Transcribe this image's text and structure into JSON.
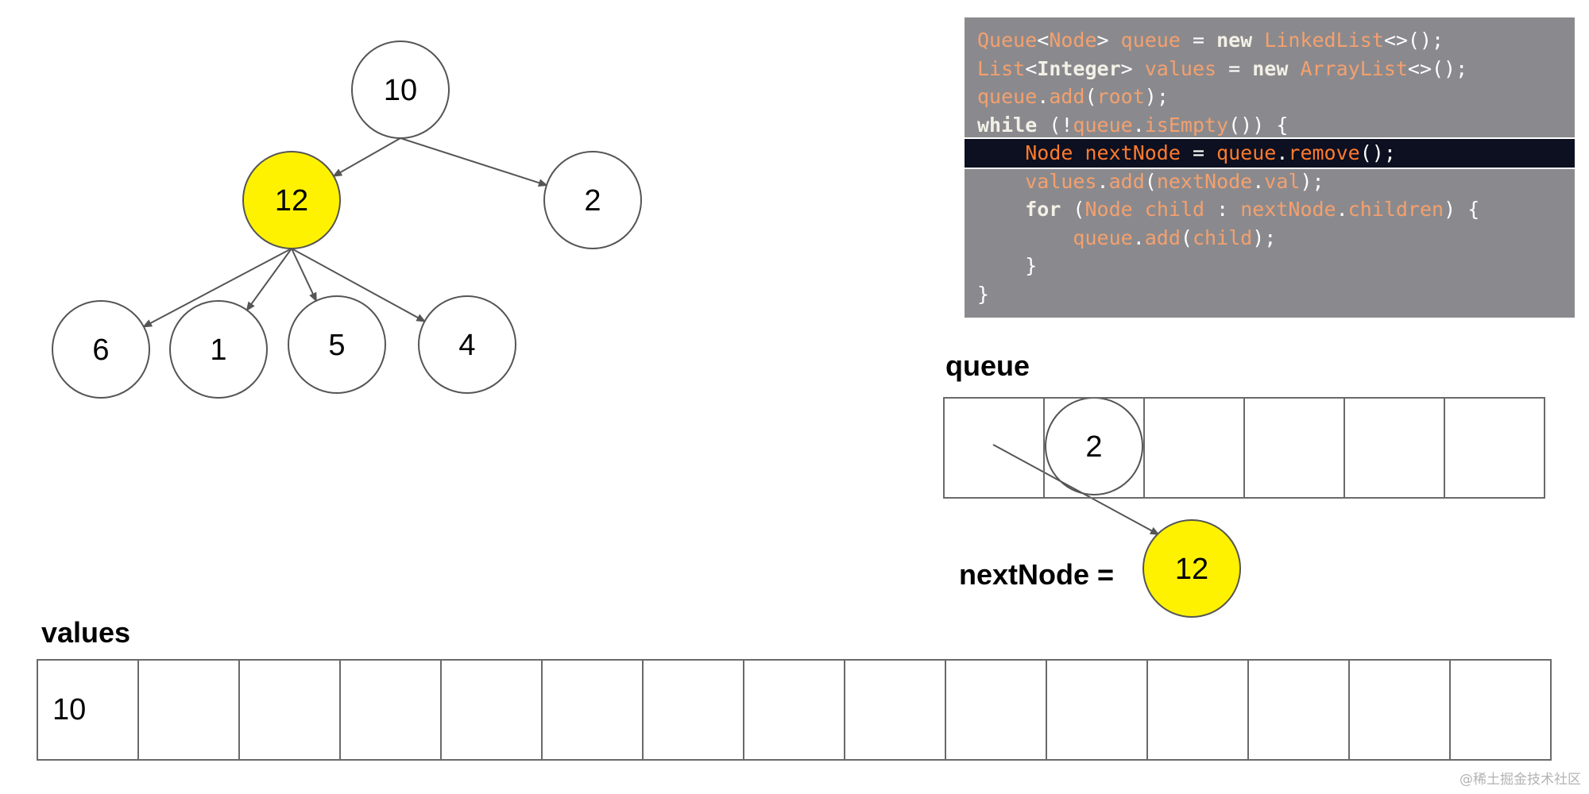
{
  "tree": {
    "nodes": [
      {
        "id": "n10",
        "label": "10",
        "highlighted": false
      },
      {
        "id": "n12",
        "label": "12",
        "highlighted": true
      },
      {
        "id": "n2",
        "label": "2",
        "highlighted": false
      },
      {
        "id": "n6",
        "label": "6",
        "highlighted": false
      },
      {
        "id": "n1",
        "label": "1",
        "highlighted": false
      },
      {
        "id": "n5",
        "label": "5",
        "highlighted": false
      },
      {
        "id": "n4",
        "label": "4",
        "highlighted": false
      }
    ],
    "edges": [
      {
        "from": "n10",
        "to": "n12"
      },
      {
        "from": "n10",
        "to": "n2"
      },
      {
        "from": "n12",
        "to": "n6"
      },
      {
        "from": "n12",
        "to": "n1"
      },
      {
        "from": "n12",
        "to": "n5"
      },
      {
        "from": "n12",
        "to": "n4"
      }
    ]
  },
  "code": {
    "highlighted_line": 4,
    "lines": [
      [
        [
          "id",
          "Queue"
        ],
        [
          "pn",
          "<"
        ],
        [
          "id",
          "Node"
        ],
        [
          "pn",
          "> "
        ],
        [
          "id",
          "queue"
        ],
        [
          "pn",
          " = "
        ],
        [
          "kw",
          "new"
        ],
        [
          "pn",
          " "
        ],
        [
          "id",
          "LinkedList"
        ],
        [
          "pn",
          "<>();"
        ]
      ],
      [
        [
          "id",
          "List"
        ],
        [
          "pn",
          "<"
        ],
        [
          "kw",
          "Integer"
        ],
        [
          "pn",
          "> "
        ],
        [
          "id",
          "values"
        ],
        [
          "pn",
          " = "
        ],
        [
          "kw",
          "new"
        ],
        [
          "pn",
          " "
        ],
        [
          "id",
          "ArrayList"
        ],
        [
          "pn",
          "<>();"
        ]
      ],
      [
        [
          "id",
          "queue"
        ],
        [
          "pn",
          "."
        ],
        [
          "id",
          "add"
        ],
        [
          "pn",
          "("
        ],
        [
          "id",
          "root"
        ],
        [
          "pn",
          ");"
        ]
      ],
      [
        [
          "kw",
          "while"
        ],
        [
          "pn",
          " (!"
        ],
        [
          "id",
          "queue"
        ],
        [
          "pn",
          "."
        ],
        [
          "id",
          "isEmpty"
        ],
        [
          "pn",
          "()) {"
        ]
      ],
      [
        [
          "pn",
          "    "
        ],
        [
          "id",
          "Node"
        ],
        [
          "pn",
          " "
        ],
        [
          "id",
          "nextNode"
        ],
        [
          "pn",
          " = "
        ],
        [
          "id",
          "queue"
        ],
        [
          "pn",
          "."
        ],
        [
          "id",
          "remove"
        ],
        [
          "pn",
          "();"
        ]
      ],
      [
        [
          "pn",
          "    "
        ],
        [
          "id",
          "values"
        ],
        [
          "pn",
          "."
        ],
        [
          "id",
          "add"
        ],
        [
          "pn",
          "("
        ],
        [
          "id",
          "nextNode"
        ],
        [
          "pn",
          "."
        ],
        [
          "id",
          "val"
        ],
        [
          "pn",
          ");"
        ]
      ],
      [
        [
          "pn",
          "    "
        ],
        [
          "kw",
          "for"
        ],
        [
          "pn",
          " ("
        ],
        [
          "id",
          "Node"
        ],
        [
          "pn",
          " "
        ],
        [
          "id",
          "child"
        ],
        [
          "pn",
          " : "
        ],
        [
          "id",
          "nextNode"
        ],
        [
          "pn",
          "."
        ],
        [
          "id",
          "children"
        ],
        [
          "pn",
          ") {"
        ]
      ],
      [
        [
          "pn",
          "        "
        ],
        [
          "id",
          "queue"
        ],
        [
          "pn",
          "."
        ],
        [
          "id",
          "add"
        ],
        [
          "pn",
          "("
        ],
        [
          "id",
          "child"
        ],
        [
          "pn",
          ");"
        ]
      ],
      [
        [
          "pn",
          "    }"
        ]
      ],
      [
        [
          "pn",
          "}"
        ]
      ]
    ]
  },
  "queue": {
    "label": "queue",
    "cells": [
      "",
      "",
      "",
      "",
      "",
      ""
    ],
    "node_label": "2",
    "node_slot": 1
  },
  "next_node": {
    "label": "nextNode =",
    "value": "12"
  },
  "values": {
    "label": "values",
    "cells": [
      "10",
      "",
      "",
      "",
      "",
      "",
      "",
      "",
      "",
      "",
      "",
      "",
      "",
      "",
      ""
    ]
  },
  "watermark": "@稀土掘金技术社区",
  "colors": {
    "highlight": "#fff200",
    "node_stroke": "#555555",
    "edge": "#555555",
    "code_bg": "#8a8a8e",
    "code_highlight_bg": "#0c1020"
  }
}
